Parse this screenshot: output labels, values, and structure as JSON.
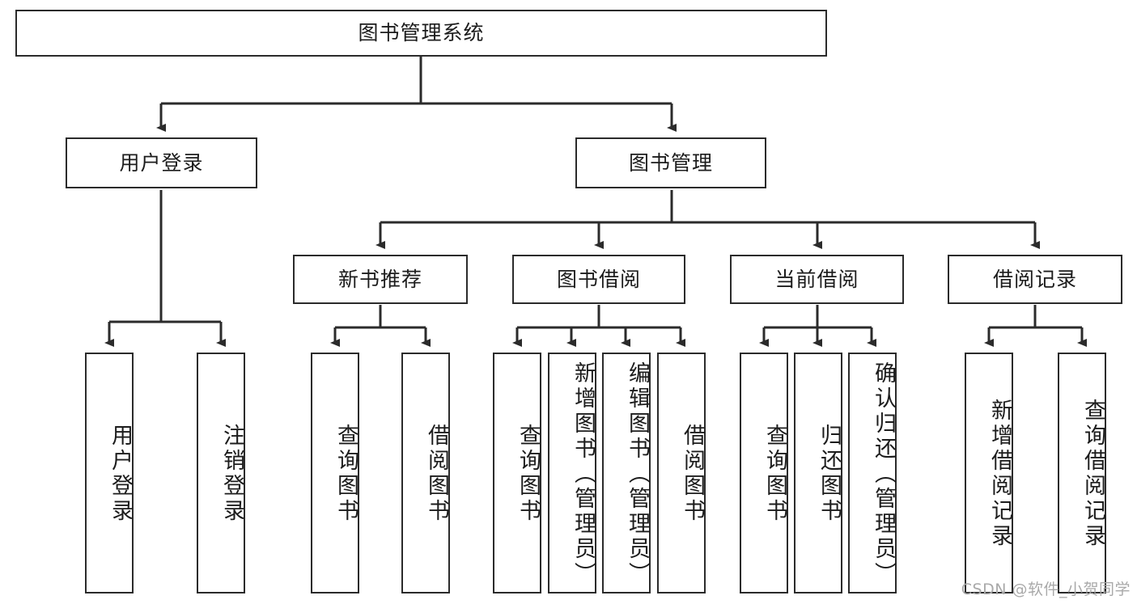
{
  "diagram": {
    "title": "图书管理系统",
    "type": "hierarchy-tree",
    "root": {
      "label": "图书管理系统"
    },
    "level2": [
      {
        "label": "用户登录"
      },
      {
        "label": "图书管理"
      }
    ],
    "level3": [
      {
        "label": "新书推荐"
      },
      {
        "label": "图书借阅"
      },
      {
        "label": "当前借阅"
      },
      {
        "label": "借阅记录"
      }
    ],
    "leaves": {
      "user_login": [
        {
          "label": "用户登录"
        },
        {
          "label": "注销登录"
        }
      ],
      "new_book_recommend": [
        {
          "label": "查询图书"
        },
        {
          "label": "借阅图书"
        }
      ],
      "book_borrow": [
        {
          "label": "查询图书"
        },
        {
          "label": "新增图书（管理员）"
        },
        {
          "label": "编辑图书（管理员）"
        },
        {
          "label": "借阅图书"
        }
      ],
      "current_borrow": [
        {
          "label": "查询图书"
        },
        {
          "label": "归还图书"
        },
        {
          "label": "确认归还（管理员）"
        }
      ],
      "borrow_record": [
        {
          "label": "新增借阅记录"
        },
        {
          "label": "查询借阅记录"
        }
      ]
    }
  },
  "watermark": {
    "text": "CSDN @软件_小贺同学"
  },
  "colors": {
    "stroke": "#2b2b2b",
    "fill": "#ffffff",
    "text": "#1c1c1c",
    "watermark": "#a9a9a9"
  }
}
